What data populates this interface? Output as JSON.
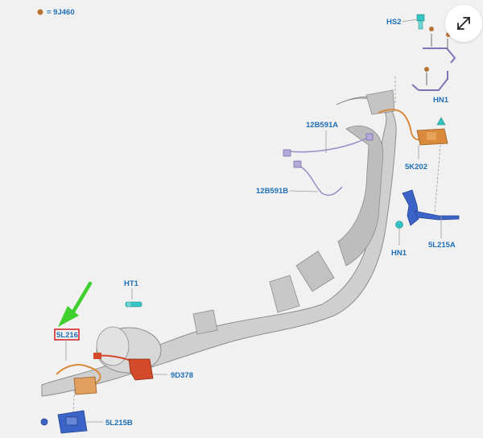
{
  "legend": {
    "marker_color": "#b87333",
    "text": "= 9J460"
  },
  "labels": {
    "hs2": "HS2",
    "hn1_top": "HN1",
    "p_12b591a": "12B591A",
    "p_12b591b": "12B591B",
    "p_5k202": "5K202",
    "hn1_bottom": "HN1",
    "p_5l215a": "5L215A",
    "ht1": "HT1",
    "p_5l216": "5L216",
    "p_9d378": "9D378",
    "p_5l215b": "5L215B"
  },
  "colors": {
    "label_blue": "#1f6fb8",
    "highlight_box": "#d62828",
    "arrow_green": "#3fcf2f",
    "exhaust_grey": "#c9c9c9",
    "pipe_orange": "#d98a3a",
    "sensor_red": "#d24a2a",
    "bracket_blue": "#3c64c8",
    "cyan_bolt": "#33c3c0",
    "purple_part": "#9b8fc8"
  },
  "icons": {
    "expand": "expand-arrows-icon",
    "arrow": "green-pointer-arrow"
  }
}
